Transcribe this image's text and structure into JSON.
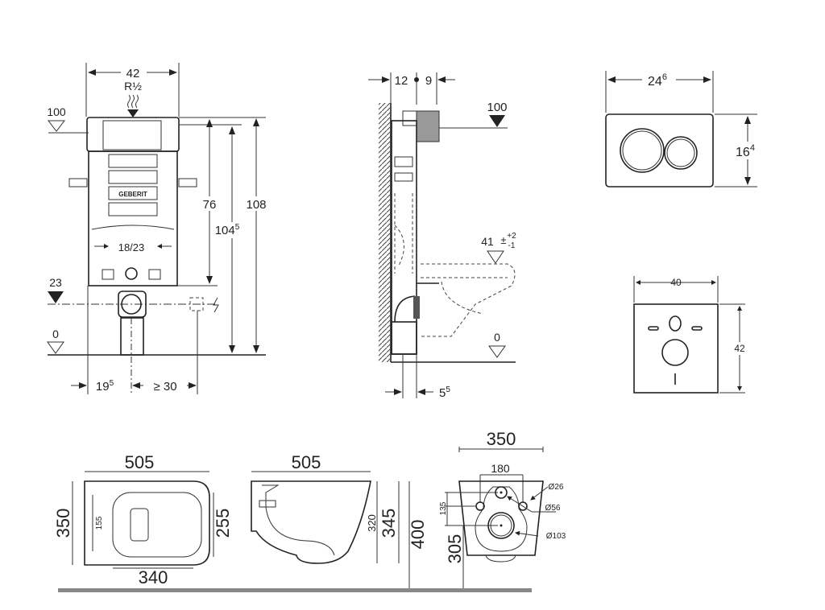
{
  "front_view": {
    "width": "42",
    "thread": "R½",
    "level_top": "100",
    "level_mid": "23",
    "level_floor": "0",
    "h76": "76",
    "h104": "104",
    "h104_sup": "5",
    "h108": "108",
    "inner_width": "18/23",
    "offset": "19",
    "offset_sup": "5",
    "min_spacing": "≥ 30",
    "logo": "GEBERIT"
  },
  "side_view": {
    "depth_a": "12",
    "depth_b": "9",
    "level_top": "100",
    "seat_height": "41",
    "tol_plus": "+2",
    "tol_minus": "-1",
    "level_floor": "0",
    "offset": "5",
    "offset_sup": "5"
  },
  "flush_plate": {
    "width": "24",
    "width_sup": "6",
    "height": "16",
    "height_sup": "4"
  },
  "wall_plate": {
    "width": "40",
    "height": "42"
  },
  "toilet_top": {
    "length": "505",
    "width": "350",
    "inner_width": "255",
    "hole": "155",
    "inner_length": "340"
  },
  "toilet_side": {
    "length": "505",
    "h320": "320",
    "h345": "345",
    "h400": "400"
  },
  "toilet_back": {
    "width": "350",
    "bolt_spacing": "180",
    "d26": "Ø26",
    "d56": "Ø56",
    "d103": "Ø103",
    "h135": "135",
    "h305": "305"
  },
  "colors": {
    "line": "#333333",
    "floor": "#888888"
  }
}
